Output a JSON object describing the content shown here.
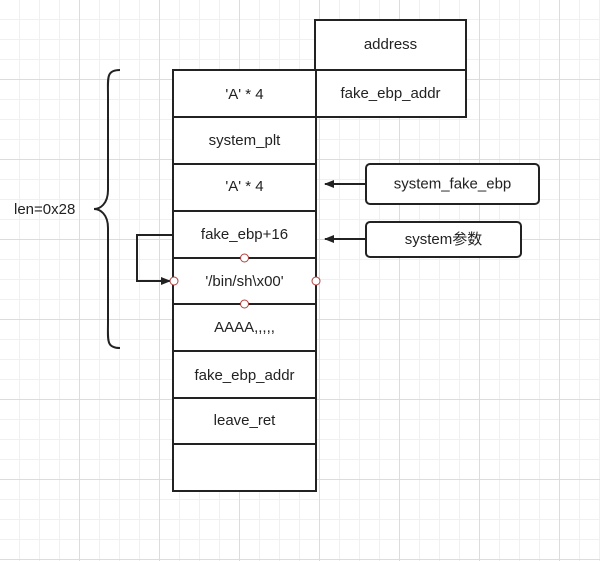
{
  "header_cell": "address",
  "header_cell_2": "fake_ebp_addr",
  "stack": [
    "'A' * 4",
    "system_plt",
    "'A' * 4",
    "fake_ebp+16",
    "'/bin/sh\\x00'",
    "AAAA,,,,,",
    "fake_ebp_addr",
    "leave_ret",
    ""
  ],
  "brace_label": "len=0x28",
  "callouts": {
    "system_fake_ebp": "system_fake_ebp",
    "system_param": "system参数"
  },
  "colors": {
    "line": "#222222",
    "handle": "#b04040",
    "grid": "#dcdcdc"
  }
}
